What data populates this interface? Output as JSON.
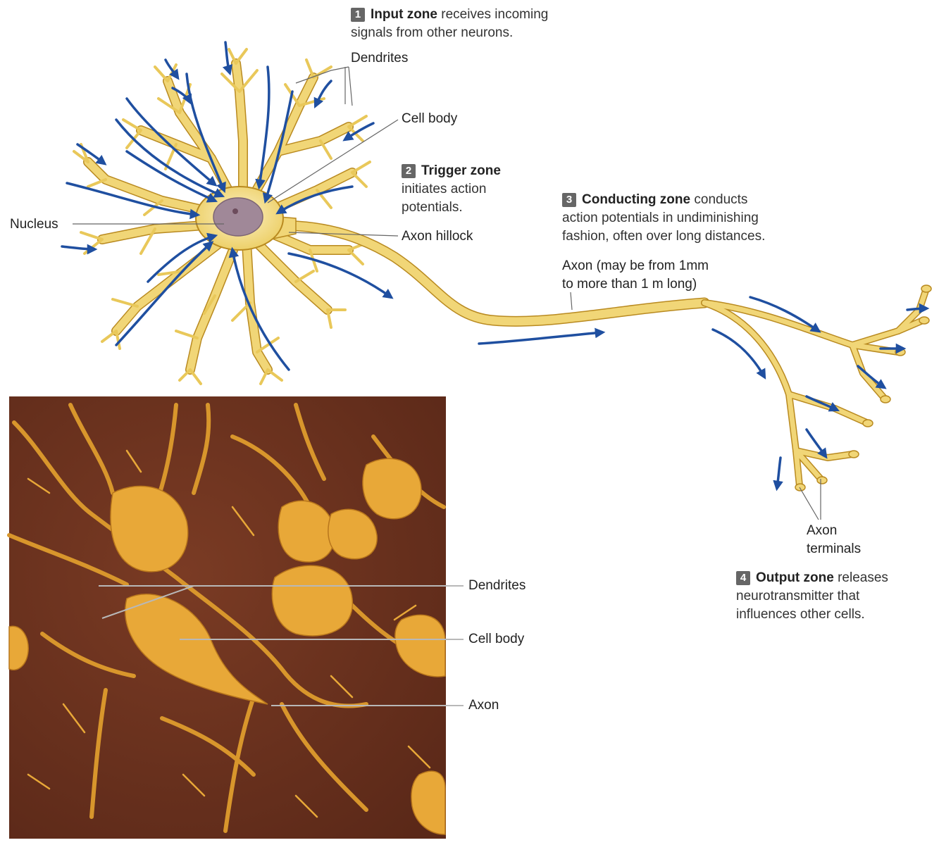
{
  "zones": [
    {
      "num": "1",
      "title": "Input zone",
      "desc_line1": "receives incoming",
      "desc_line2": "signals from other neurons."
    },
    {
      "num": "2",
      "title": "Trigger zone",
      "desc_line1": "initiates action",
      "desc_line2": "potentials."
    },
    {
      "num": "3",
      "title": "Conducting zone",
      "desc_line1": "conducts",
      "desc_line2": "action potentials in undiminishing",
      "desc_line3": "fashion, often over long distances."
    },
    {
      "num": "4",
      "title": "Output zone",
      "desc_line1": "releases",
      "desc_line2": "neurotransmitter that",
      "desc_line3": "influences other cells."
    }
  ],
  "labels": {
    "dendrites": "Dendrites",
    "cell_body": "Cell body",
    "nucleus": "Nucleus",
    "axon_hillock": "Axon hillock",
    "axon_line1": "Axon (may be from 1mm",
    "axon_line2": "to more than 1 m long)",
    "axon_terminals_line1": "Axon",
    "axon_terminals_line2": "terminals"
  },
  "micrograph_labels": {
    "dendrites": "Dendrites",
    "cell_body": "Cell body",
    "axon": "Axon"
  },
  "colors": {
    "neuron_fill": "#f1d677",
    "neuron_stroke": "#b98a20",
    "signal_arrow": "#1f4fa0",
    "nucleus": "#a08898",
    "micrograph_bg": "#6e3420",
    "micrograph_cell": "#e8a838",
    "leader_line": "#888888"
  }
}
